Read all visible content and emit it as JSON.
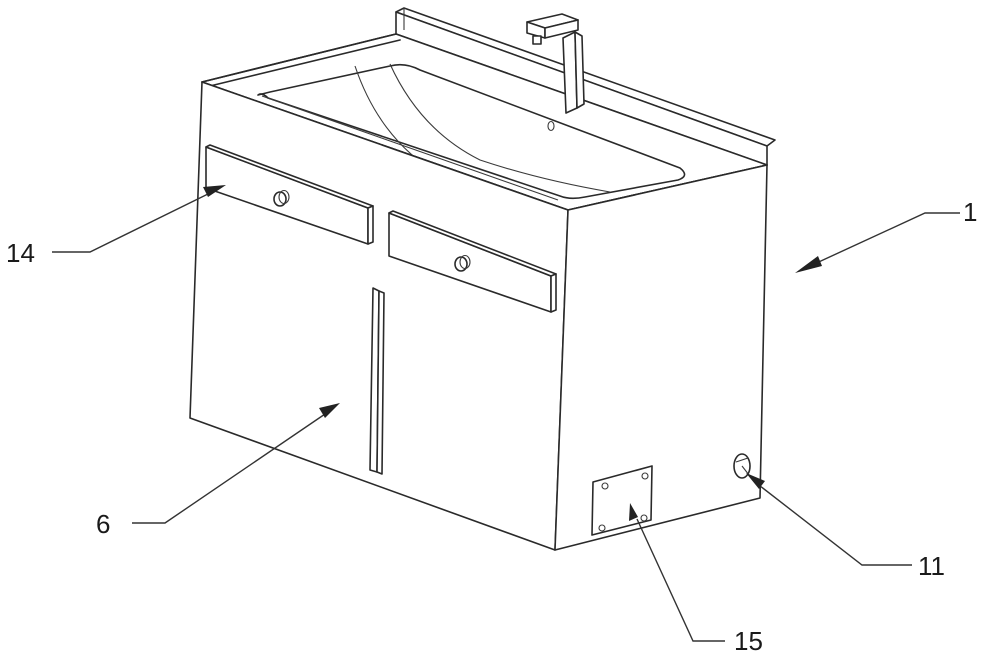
{
  "figure": {
    "type": "patent perspective drawing",
    "subject": "sink cabinet",
    "stroke_color": "#2a2a2a",
    "background": "#ffffff"
  },
  "labels": [
    {
      "id": "1",
      "text": "1",
      "part": "cabinet body"
    },
    {
      "id": "14",
      "text": "14",
      "part": "drawer"
    },
    {
      "id": "6",
      "text": "6",
      "part": "door handle slot"
    },
    {
      "id": "15",
      "text": "15",
      "part": "access panel"
    },
    {
      "id": "11",
      "text": "11",
      "part": "drain outlet"
    }
  ]
}
